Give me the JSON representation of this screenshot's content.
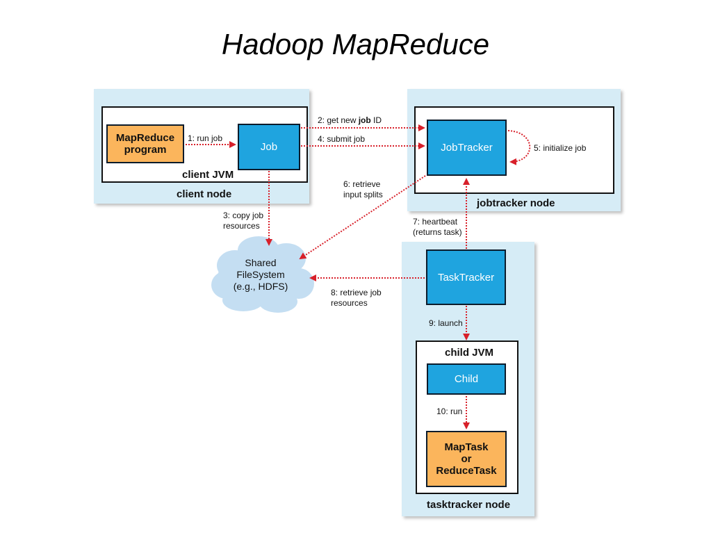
{
  "title": "Hadoop MapReduce",
  "colors": {
    "node_bg": "#d6ecf6",
    "blue_box": "#1fa4df",
    "orange_box": "#fbb55c",
    "arrow": "#d8202a",
    "cloud": "#c4def2"
  },
  "client_node": {
    "label": "client node",
    "jvm_label": "client JVM",
    "mapreduce_program": "MapReduce\nprogram",
    "job": "Job"
  },
  "jobtracker_node": {
    "label": "jobtracker node",
    "jobtracker": "JobTracker"
  },
  "tasktracker_node": {
    "label": "tasktracker node",
    "tasktracker": "TaskTracker",
    "jvm_label": "child JVM",
    "child": "Child",
    "task": "MapTask\nor\nReduceTask"
  },
  "shared_fs": "Shared\nFileSystem\n(e.g., HDFS)",
  "steps": {
    "s1": "1: run job",
    "s2_prefix": "2: get new ",
    "s2_bold": "job",
    "s2_suffix": " ID",
    "s3": "3: copy job\nresources",
    "s4": "4: submit job",
    "s5": "5: initialize job",
    "s6": "6: retrieve\ninput splits",
    "s7": "7: heartbeat\n(returns task)",
    "s8": "8: retrieve job\nresources",
    "s9": "9: launch",
    "s10": "10: run"
  }
}
